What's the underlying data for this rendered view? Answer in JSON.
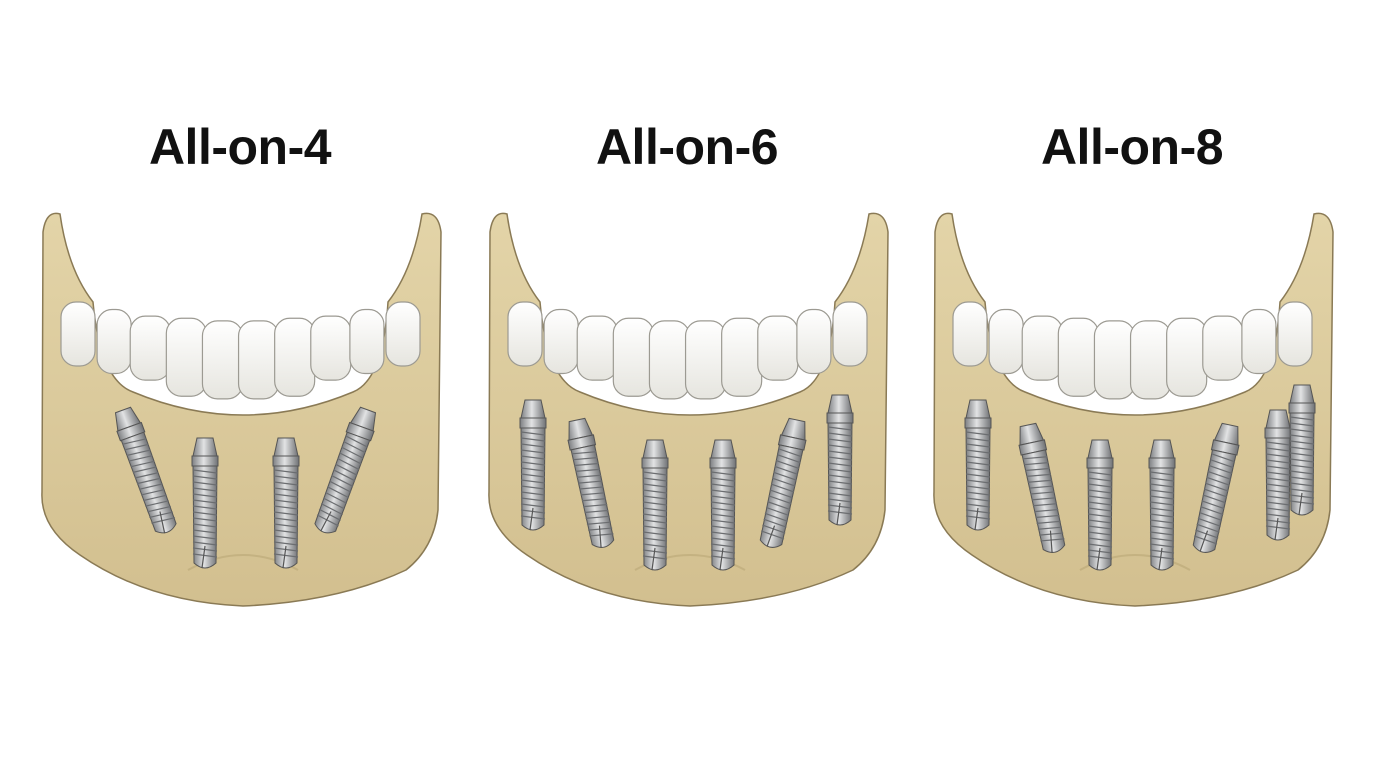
{
  "panels": [
    {
      "title": "All-on-4"
    },
    {
      "title": "All-on-6"
    },
    {
      "title": "All-on-8"
    }
  ],
  "colors": {
    "bone": "#d9c79a",
    "bone_outline": "#8a7a55",
    "tooth": "#f4f3ef",
    "implant": "#a9abad"
  }
}
